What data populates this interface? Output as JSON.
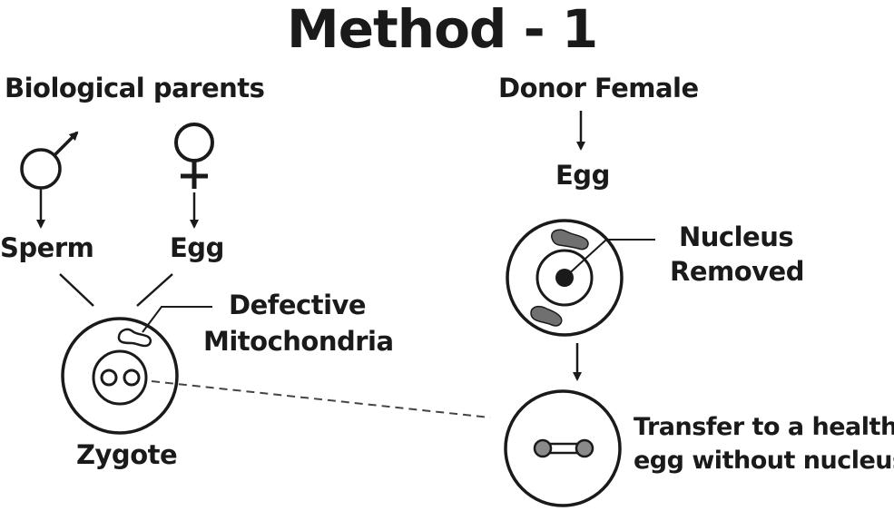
{
  "title": "Method - 1",
  "left": {
    "heading": "Biological parents",
    "sperm_label": "Sperm",
    "egg_label": "Egg",
    "zygote_label": "Zygote",
    "defective_line1": "Defective",
    "defective_line2": "Mitochondria"
  },
  "right": {
    "heading": "Donor Female",
    "egg_label": "Egg",
    "removed_line1": "Nucleus",
    "removed_line2": "Removed",
    "transfer_line1": "Transfer to a healthy",
    "transfer_line2": "egg without nucleus."
  },
  "colors": {
    "ink": "#1a1a1a",
    "mitochondria_fill": "#707070",
    "pronucleus_fill": "#8a8a8a"
  }
}
